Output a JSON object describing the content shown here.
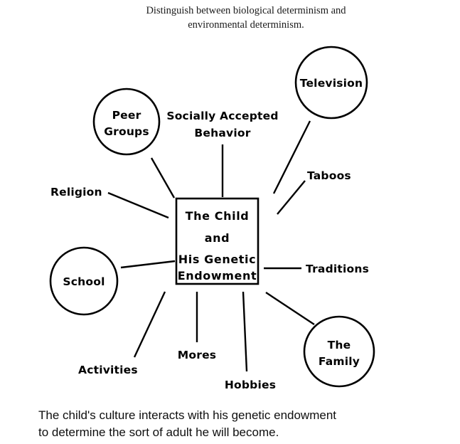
{
  "prompt": {
    "text": "Distinguish between biological determinism and\nenvironmental determinism."
  },
  "diagram": {
    "center_node": {
      "name": "the-child-and-his-genetic-endowment",
      "lines": [
        "The Child",
        "and",
        "His Genetic",
        "Endowment"
      ]
    },
    "circle_nodes": [
      {
        "name": "peer-groups",
        "lines": [
          "Peer",
          "Groups"
        ]
      },
      {
        "name": "television",
        "lines": [
          "Television"
        ]
      },
      {
        "name": "school",
        "lines": [
          "School"
        ]
      },
      {
        "name": "the-family",
        "lines": [
          "The",
          "Family"
        ]
      }
    ],
    "text_nodes": [
      {
        "name": "socially-accepted-behavior",
        "lines": [
          "Socially Accepted",
          "Behavior"
        ]
      },
      {
        "name": "religion",
        "lines": [
          "Religion"
        ]
      },
      {
        "name": "taboos",
        "lines": [
          "Taboos"
        ]
      },
      {
        "name": "traditions",
        "lines": [
          "Traditions"
        ]
      },
      {
        "name": "activities",
        "lines": [
          "Activities"
        ]
      },
      {
        "name": "mores",
        "lines": [
          "Mores"
        ]
      },
      {
        "name": "hobbies",
        "lines": [
          "Hobbies"
        ]
      }
    ],
    "labels": {
      "center_l1": "The Child",
      "center_l2": "and",
      "center_l3": "His Genetic",
      "center_l4": "Endowment",
      "peer_l1": "Peer",
      "peer_l2": "Groups",
      "television": "Television",
      "school": "School",
      "family_l1": "The",
      "family_l2": "Family",
      "behavior_l1": "Socially Accepted",
      "behavior_l2": "Behavior",
      "religion": "Religion",
      "taboos": "Taboos",
      "traditions": "Traditions",
      "activities": "Activities",
      "mores": "Mores",
      "hobbies": "Hobbies"
    },
    "colors": {
      "stroke": "#000000",
      "fill": "#ffffff",
      "text": "#000000"
    }
  },
  "caption": {
    "text": "The child's culture interacts with his genetic endowment\nto determine the sort of adult he will become."
  }
}
